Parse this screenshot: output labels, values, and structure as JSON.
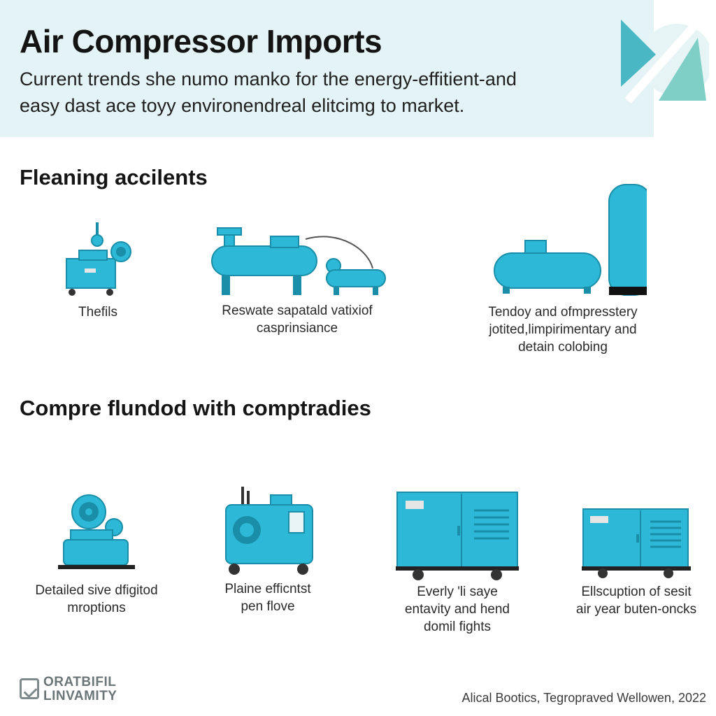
{
  "header": {
    "title": "Air Compressor Imports",
    "subtitle_line1": "Current trends she numo manko for the energy-effitient-and",
    "subtitle_line2": "easy dast ace toyy environendreal elitcimg to market."
  },
  "sections": [
    {
      "heading": "Fleaning accilents",
      "items": [
        {
          "icon": "portable-compressor-icon",
          "caption_lines": [
            "Thefils"
          ]
        },
        {
          "icon": "horizontal-tank-compressor-icon",
          "caption_lines": [
            "Reswate sapatald vatixiof",
            "casprinsiance"
          ]
        },
        {
          "icon": "tank-and-vertical-receiver-icon",
          "caption_lines": [
            "Tendoy and ofmpresstery",
            "jotited,limpirimentary and",
            "detain colobing"
          ]
        }
      ]
    },
    {
      "heading": "Compre flundod with comptradies",
      "items": [
        {
          "icon": "fan-compressor-icon",
          "caption_lines": [
            "Detailed sive dfigitod",
            "mroptions"
          ]
        },
        {
          "icon": "rotary-screw-compressor-icon",
          "caption_lines": [
            "Plaine efficntst",
            "pen flove"
          ]
        },
        {
          "icon": "enclosed-mobile-compressor-icon",
          "caption_lines": [
            "Everly 'li saye",
            "entavity and hend",
            "domil fights"
          ]
        },
        {
          "icon": "enclosed-small-compressor-icon",
          "caption_lines": [
            "Ellscuption of sesit",
            "air year buten-oncks"
          ]
        }
      ]
    }
  ],
  "footer": {
    "logo_line1": "ORATBIFIL",
    "logo_line2": "LINVAMITY",
    "credit": "Alical Bootics, Tegropraved Wellowen, 2022"
  },
  "colors": {
    "header_band": "#e4f3f5",
    "equipment": "#2cb8d6",
    "equipment_dark": "#1a8ea8",
    "brand_teal": "#4ab7c4",
    "brand_mint": "#7fcfc7"
  }
}
